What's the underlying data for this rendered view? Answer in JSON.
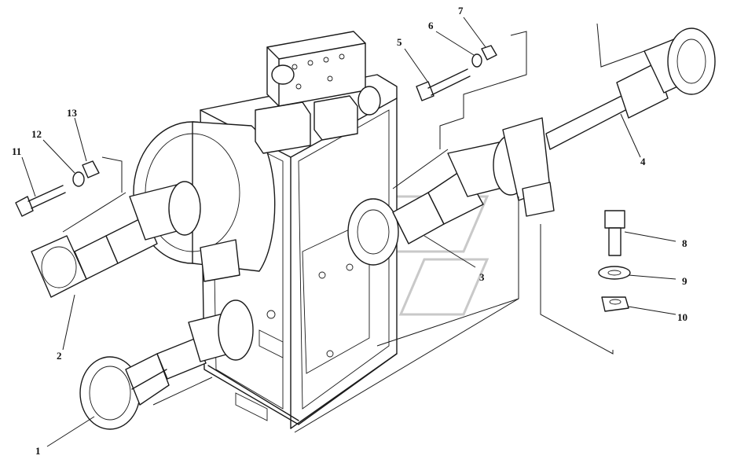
{
  "diagram": {
    "callouts": [
      {
        "id": "1",
        "label": "1"
      },
      {
        "id": "2",
        "label": "2"
      },
      {
        "id": "3",
        "label": "3"
      },
      {
        "id": "4",
        "label": "4"
      },
      {
        "id": "5",
        "label": "5"
      },
      {
        "id": "6",
        "label": "6"
      },
      {
        "id": "7",
        "label": "7"
      },
      {
        "id": "8",
        "label": "8"
      },
      {
        "id": "9",
        "label": "9"
      },
      {
        "id": "10",
        "label": "10"
      },
      {
        "id": "11",
        "label": "11"
      },
      {
        "id": "12",
        "label": "12"
      },
      {
        "id": "13",
        "label": "13"
      }
    ],
    "parts": [
      {
        "name": "front-driveshaft-1"
      },
      {
        "name": "left-driveshaft-2"
      },
      {
        "name": "right-short-driveshaft-3"
      },
      {
        "name": "long-driveshaft-4"
      },
      {
        "name": "bolt-5"
      },
      {
        "name": "washer-6"
      },
      {
        "name": "nut-7"
      },
      {
        "name": "bolt-8"
      },
      {
        "name": "washer-9"
      },
      {
        "name": "nut-10"
      },
      {
        "name": "bolt-11"
      },
      {
        "name": "washer-12"
      },
      {
        "name": "nut-13"
      }
    ]
  }
}
